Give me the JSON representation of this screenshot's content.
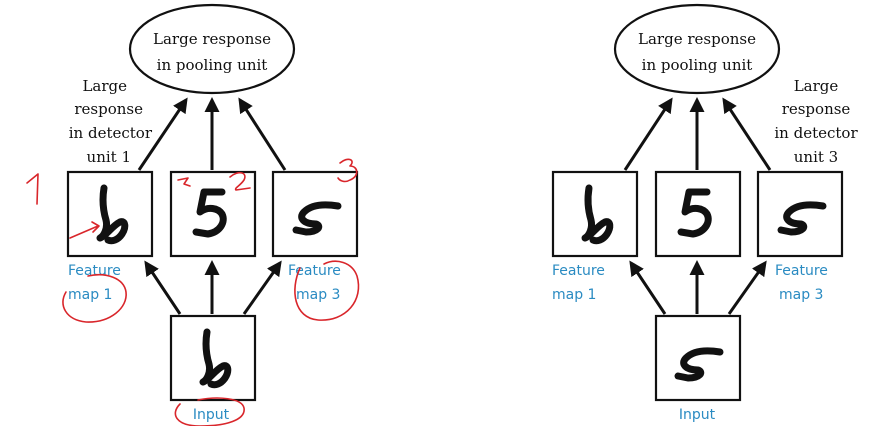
{
  "pooling_unit_label": [
    "Large response",
    "in pooling unit"
  ],
  "left_panel": {
    "detector_label": [
      "Large",
      "response",
      "in detector",
      "unit 1"
    ],
    "feature_map_1": [
      "Feature",
      "map 1"
    ],
    "feature_map_3": [
      "Feature",
      "map 3"
    ],
    "input_label": "Input"
  },
  "right_panel": {
    "detector_label": [
      "Large",
      "response",
      "in detector",
      "unit 3"
    ],
    "feature_map_1": [
      "Feature",
      "map 1"
    ],
    "feature_map_3": [
      "Feature",
      "map 3"
    ],
    "input_label": "Input"
  },
  "colors": {
    "accent_blue": "#2a8bc2",
    "annotation_red": "#d9262b"
  }
}
